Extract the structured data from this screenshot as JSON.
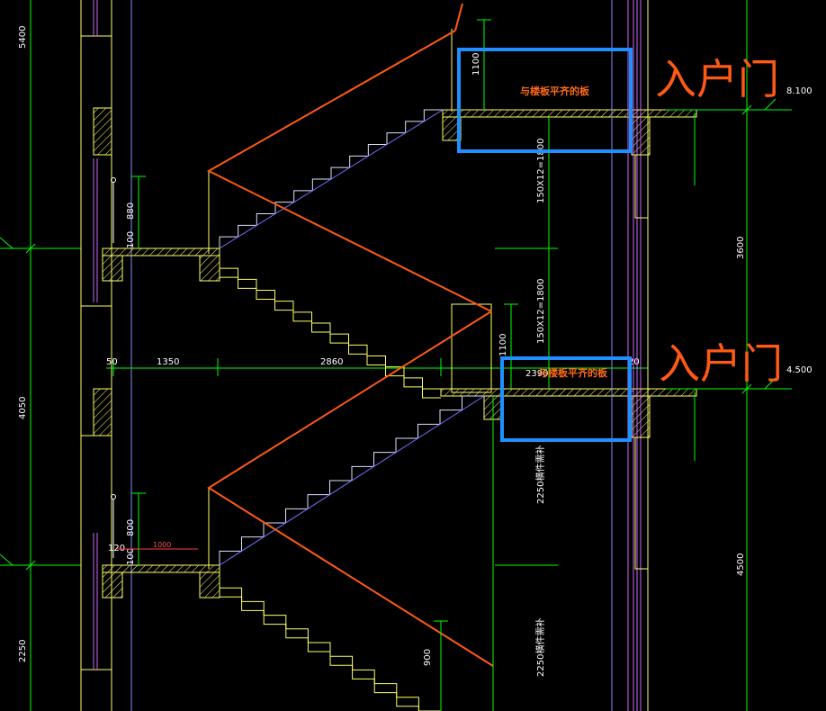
{
  "colors": {
    "background": "#000000",
    "dimension_line": "#00ff00",
    "wall": "#ffff66",
    "axis": "#8a8aff",
    "annotation": "#ff5a14",
    "highlight": "#1e90ff",
    "text": "#ffffff"
  },
  "left_dims": {
    "top": "5400",
    "middle": "4050",
    "bottom": "2250"
  },
  "right_dims": {
    "top": "3600",
    "bottom": "4500"
  },
  "elevations": {
    "upper": "8.100",
    "lower": "4.500"
  },
  "horizontal_dims": {
    "a": "50",
    "b": "1350",
    "c": "2860",
    "d": "2390",
    "e": "20"
  },
  "vertical_dims": {
    "rail_upper": "880",
    "rail_lower": "800",
    "post_upper": "100",
    "post_lower": "100",
    "sill_1100_top": "1100",
    "sill_1100_mid": "1100",
    "bottom_900": "900",
    "width_120": "120",
    "red_1000": "1000"
  },
  "stair_dims": {
    "upper_flight": "150X12=1800",
    "lower_flight": "150X12=1800",
    "under_1": "2250横件需补",
    "under_2": "2250横件需补"
  },
  "notes": {
    "flush_top": "与楼板平齐的板",
    "flush_mid": "与楼板平齐的板"
  },
  "handwritten": {
    "entry_door_top": "入户门",
    "entry_door_mid": "入户门"
  }
}
